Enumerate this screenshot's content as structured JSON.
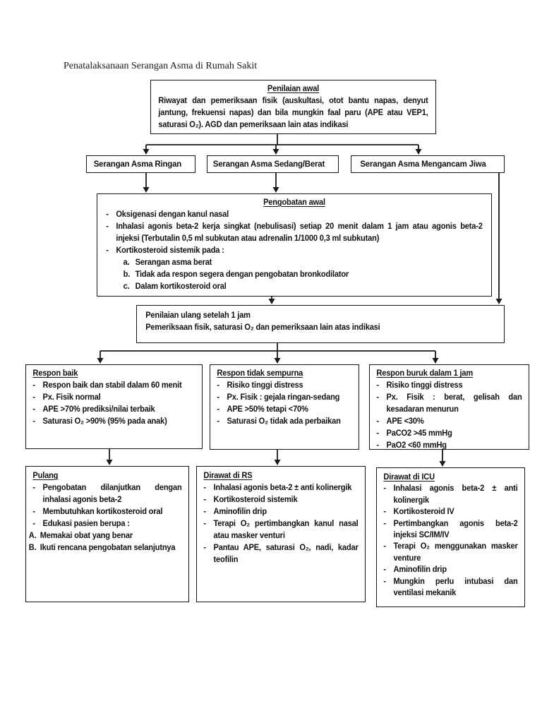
{
  "page": {
    "title": "Penatalaksanaan Serangan Asma di Rumah Sakit"
  },
  "assess": {
    "heading": "Penilaian awal",
    "body": "Riwayat dan pemeriksaan fisik (auskultasi, otot bantu napas, denyut jantung, frekuensi napas) dan bila mungkin faal paru (APE atau VEP1, saturasi O₂). AGD dan pemeriksaan lain atas indikasi"
  },
  "severity": {
    "mild": "Serangan Asma Ringan",
    "moderate": "Serangan Asma Sedang/Berat",
    "life_threatening": "Serangan Asma Mengancam Jiwa"
  },
  "treatment": {
    "heading": "Pengobatan awal",
    "items": [
      {
        "b": "-",
        "t": "Oksigenasi dengan kanul nasal"
      },
      {
        "b": "-",
        "t": "Inhalasi agonis beta-2 kerja singkat (nebulisasi) setiap 20 menit dalam 1 jam atau agonis beta-2 injeksi (Terbutalin 0,5 ml subkutan atau adrenalin 1/1000 0,3 ml subkutan)"
      },
      {
        "b": "-",
        "t": "Kortikosteroid sistemik pada :"
      },
      {
        "b": "a.",
        "t": "Serangan asma berat"
      },
      {
        "b": "b.",
        "t": "Tidak ada respon segera dengan pengobatan bronkodilator"
      },
      {
        "b": "c.",
        "t": "Dalam kortikosteroid oral"
      }
    ]
  },
  "reassess": {
    "line1": "Penilaian ulang setelah 1 jam",
    "line2": "Pemeriksaan fisik, saturasi O₂ dan pemeriksaan lain atas indikasi"
  },
  "responses": [
    {
      "heading": "Respon baik",
      "items": [
        {
          "b": "-",
          "t": "Respon baik dan stabil dalam 60 menit"
        },
        {
          "b": "-",
          "t": "Px. Fisik normal"
        },
        {
          "b": "-",
          "t": "APE >70% prediksi/nilai terbaik"
        },
        {
          "b": "-",
          "t": "Saturasi O₂ >90% (95% pada anak)"
        }
      ]
    },
    {
      "heading": "Respon tidak sempurna",
      "items": [
        {
          "b": "-",
          "t": "Risiko tinggi distress"
        },
        {
          "b": "-",
          "t": "Px. Fisik : gejala ringan-sedang"
        },
        {
          "b": "-",
          "t": "APE >50% tetapi <70%"
        },
        {
          "b": "-",
          "t": "Saturasi O₂ tidak ada perbaikan"
        }
      ]
    },
    {
      "heading": "Respon buruk dalam 1 jam",
      "items": [
        {
          "b": "-",
          "t": "Risiko tinggi distress"
        },
        {
          "b": "-",
          "t": "Px. Fisik : berat, gelisah dan kesadaran menurun"
        },
        {
          "b": "-",
          "t": "APE <30%"
        },
        {
          "b": "-",
          "t": "PaCO2 >45 mmHg"
        },
        {
          "b": "-",
          "t": "PaO2 <60 mmHg"
        }
      ]
    }
  ],
  "dispositions": [
    {
      "heading": "Pulang",
      "items": [
        {
          "b": "-",
          "t": "Pengobatan dilanjutkan dengan inhalasi agonis beta-2"
        },
        {
          "b": "-",
          "t": "Membutuhkan kortikosteroid oral"
        },
        {
          "b": "-",
          "t": "Edukasi pasien berupa :"
        },
        {
          "b": "A.",
          "t": "Memakai obat yang benar"
        },
        {
          "b": "B.",
          "t": "Ikuti rencana pengobatan selanjutnya"
        }
      ]
    },
    {
      "heading": "Dirawat di RS",
      "items": [
        {
          "b": "-",
          "t": "Inhalasi agonis beta-2 ± anti kolinergik"
        },
        {
          "b": "-",
          "t": "Kortikosteroid sistemik"
        },
        {
          "b": "-",
          "t": "Aminofilin drip"
        },
        {
          "b": "-",
          "t": "Terapi O₂ pertimbangkan kanul nasal atau masker venturi"
        },
        {
          "b": "-",
          "t": "Pantau APE, saturasi O₂, nadi, kadar teofilin"
        }
      ]
    },
    {
      "heading": "Dirawat di ICU",
      "items": [
        {
          "b": "-",
          "t": "Inhalasi agonis beta-2 ± anti kolinergik"
        },
        {
          "b": "-",
          "t": "Kortikosteroid IV"
        },
        {
          "b": "-",
          "t": "Pertimbangkan agonis beta-2 injeksi SC/IM/IV"
        },
        {
          "b": "-",
          "t": "Terapi O₂ menggunakan masker venture"
        },
        {
          "b": "-",
          "t": "Aminofilin drip"
        },
        {
          "b": "-",
          "t": "Mungkin perlu intubasi dan ventilasi mekanik"
        }
      ]
    }
  ]
}
